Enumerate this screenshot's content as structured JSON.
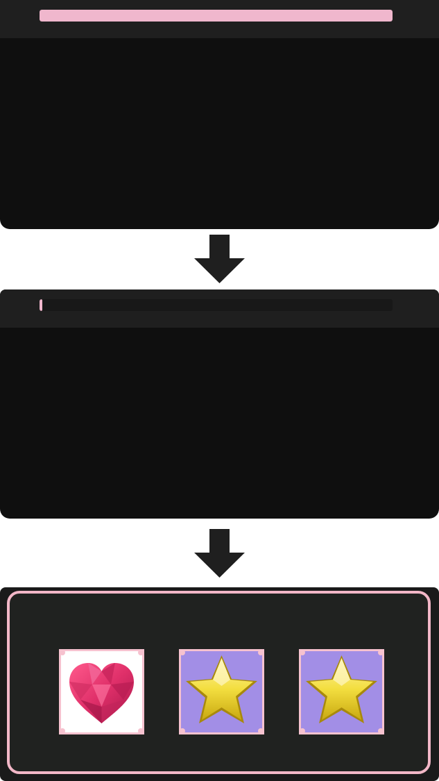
{
  "colors": {
    "accent_pink": "#f0b7cd",
    "panel_bg": "#0f0f0f",
    "header_bg": "#1f1f1f",
    "reward_frame": "#f2b7c7",
    "star_tile_bg": "#a28ee6",
    "heart_tile_bg": "#ffffff"
  },
  "steps": [
    {
      "name": "full",
      "progress_fraction": 1.0
    },
    {
      "name": "depleted",
      "progress_fraction": 0.008
    }
  ],
  "arrows": [
    {
      "icon": "down-arrow-icon"
    },
    {
      "icon": "down-arrow-icon"
    }
  ],
  "rewards": [
    {
      "icon": "heart-gem-icon",
      "tile_color": "#ffffff"
    },
    {
      "icon": "star-icon",
      "tile_color": "#a28ee6"
    },
    {
      "icon": "star-icon",
      "tile_color": "#a28ee6"
    }
  ]
}
